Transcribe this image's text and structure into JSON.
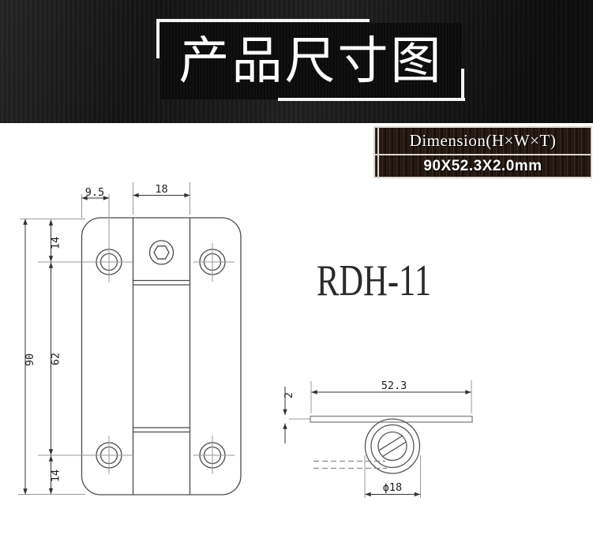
{
  "header": {
    "title": "产品尺寸图"
  },
  "spec_table": {
    "header": "Dimension(H×W×T)",
    "value": "90X52.3X2.0mm"
  },
  "model_label": "RDH-11",
  "front_view": {
    "dim_hole_offset": "9.5",
    "dim_knuckle_width": "18",
    "dim_top_hole": "14",
    "dim_hole_spacing": "62",
    "dim_bottom_hole": "14",
    "dim_height": "90"
  },
  "side_view": {
    "dim_width": "52.3",
    "dim_thickness": "2",
    "dim_barrel_diameter": "ϕ18"
  },
  "colors": {
    "banner_background": "#121212",
    "banner_text": "#ffffff",
    "table_wood": "#241710",
    "table_border": "#dcd7d0",
    "drawing_line": "#4a4a4a",
    "dimension_line": "#333333"
  }
}
